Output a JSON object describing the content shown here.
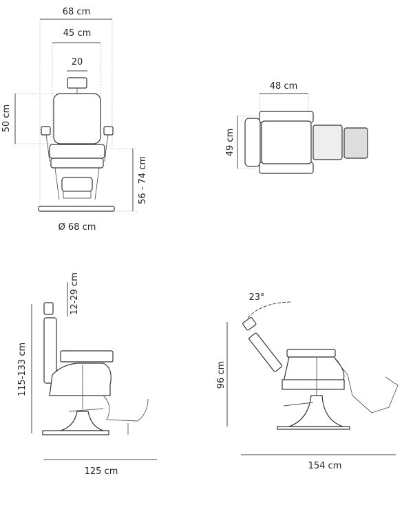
{
  "front_view": {
    "overall_width": "68 cm",
    "seat_width": "45 cm",
    "headrest_width": "20",
    "backrest_height": "50 cm",
    "seat_height": "56 - 74 cm",
    "base_diameter": "Ø 68 cm"
  },
  "top_view": {
    "width": "48 cm",
    "depth": "49 cm"
  },
  "side_view": {
    "headrest_adjust": "12-29 cm",
    "total_height": "115-133 cm",
    "length": "125 cm"
  },
  "reclined_view": {
    "recline_angle": "23°",
    "height": "96 cm",
    "length": "154 cm"
  }
}
